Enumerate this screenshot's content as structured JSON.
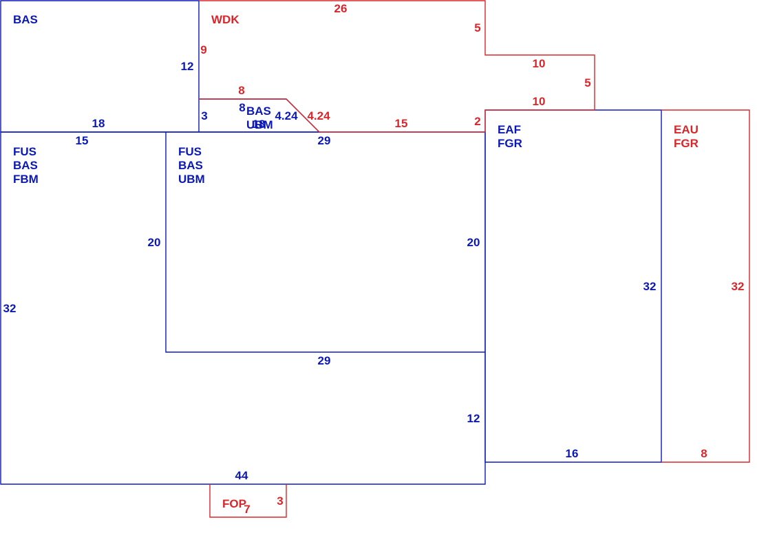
{
  "colors": {
    "blue": "#0b18b8",
    "red": "#d8262b",
    "background": "#ffffff"
  },
  "areas": {
    "bas_upper": {
      "code": "BAS"
    },
    "wdk": {
      "code": "WDK"
    },
    "bas_ubm_small": {
      "line1": "BAS",
      "line2": "UBM"
    },
    "fus_bas_fbm": {
      "line1": "FUS",
      "line2": "BAS",
      "line3": "FBM"
    },
    "fus_bas_ubm": {
      "line1": "FUS",
      "line2": "BAS",
      "line3": "UBM"
    },
    "eaf_fgr": {
      "line1": "EAF",
      "line2": "FGR"
    },
    "eau_fgr": {
      "line1": "EAU",
      "line2": "FGR"
    },
    "fop": {
      "code": "FOP"
    }
  },
  "dimensions": {
    "wdk_top": "26",
    "wdk_right_step": "5",
    "wdk_step_top": "10",
    "wdk_step_right": "5",
    "wdk_step_bottom": "10",
    "wdk_inner_right": "2",
    "wdk_bottom": "15",
    "wdk_left": "9",
    "wdk_ledge": "8",
    "wdk_diag": "4.24",
    "bas_upper_right": "12",
    "bas_upper_bottom": "18",
    "bas_small_left": "3",
    "bas_small_top": "8",
    "bas_small_diag": "4.24",
    "bas_small_bottom": "18",
    "fbm_top": "15",
    "fbm_inner_right": "20",
    "fbm_left": "32",
    "ubm_top": "29",
    "ubm_right": "20",
    "ubm_bottom": "29",
    "main_right_lower": "12",
    "main_bottom": "44",
    "eaf_right": "32",
    "eaf_bottom": "16",
    "eau_right": "32",
    "eau_bottom": "8",
    "fop_right": "3",
    "fop_bottom": "7"
  }
}
